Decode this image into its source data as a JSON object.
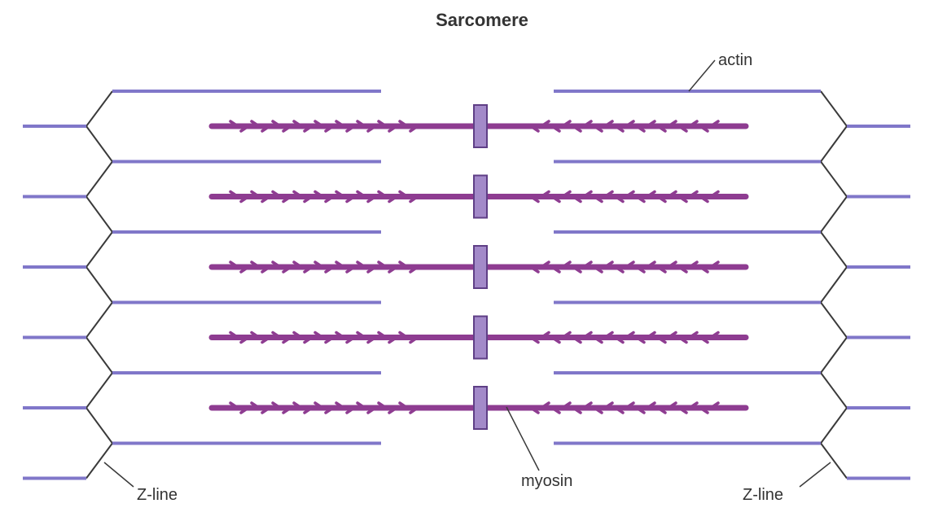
{
  "title": "Sarcomere",
  "labels": {
    "actin": "actin",
    "myosin": "myosin",
    "z_line_left": "Z-line",
    "z_line_right": "Z-line"
  },
  "structure": {
    "myosin_filament_count": 5,
    "actin_filament_count_per_side": 6
  },
  "colors": {
    "actin": "#8077c9",
    "myosin": "#8e3c91",
    "m_line_fill": "#a38ac9",
    "m_line_stroke": "#5f3f86",
    "z_line": "#3a3a3a",
    "leader_line": "#3a3a3a",
    "text": "#333333"
  }
}
